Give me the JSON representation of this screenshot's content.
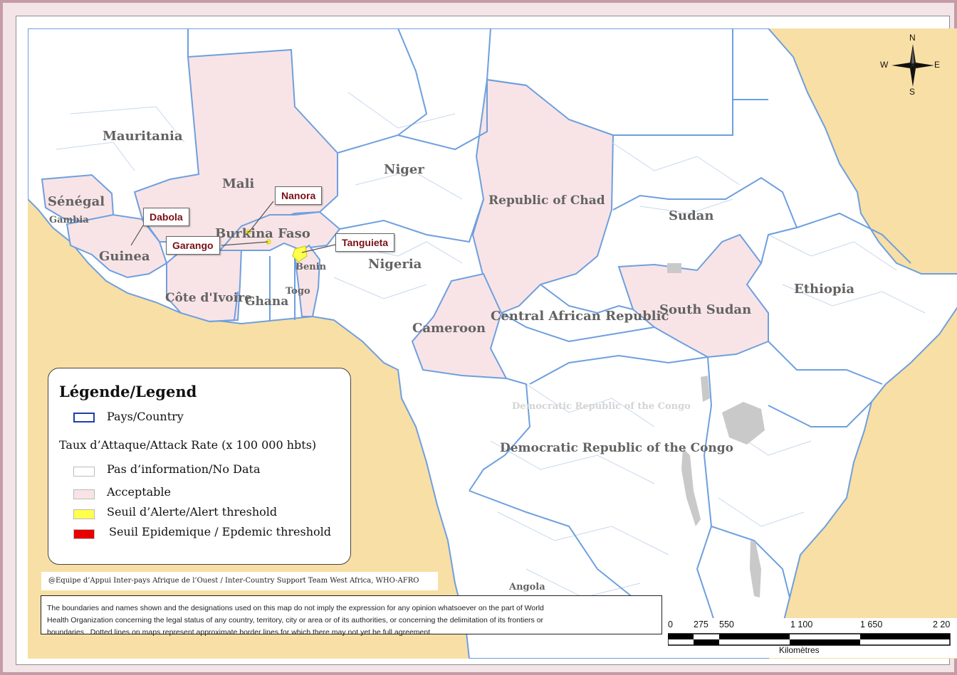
{
  "countries": {
    "mauritania": "Mauritania",
    "mali": "Mali",
    "niger": "Niger",
    "senegal": "Sénégal",
    "gambia": "Gambia",
    "guinea": "Guinea",
    "burkina_faso": "Burkina Faso",
    "cote_divoire": "Côte d'Ivoire",
    "ghana": "Ghana",
    "togo": "Togo",
    "benin": "Benin",
    "nigeria": "Nigeria",
    "chad": "Republic of Chad",
    "sudan": "Sudan",
    "south_sudan": "South Sudan",
    "ethiopia": "Ethiopia",
    "car": "Central African Republic",
    "cameroon": "Cameroon",
    "drc": "Democratic Republic of the Congo",
    "drc_faint": "Democratic Republic of the Congo",
    "angola": "Angola"
  },
  "sites": {
    "nanora": "Nanora",
    "dabola": "Dabola",
    "garango": "Garango",
    "tanguieta": "Tanguieta"
  },
  "compass": {
    "n": "N",
    "s": "S",
    "e": "E",
    "w": "W"
  },
  "legend": {
    "title": "Légende/Legend",
    "country": "Pays/Country",
    "attack_rate": "Taux d’Attaque/Attack Rate (x 100 000 hbts)",
    "items": [
      {
        "label": "Pas d’information/No Data",
        "color": "#ffffff"
      },
      {
        "label": "Acceptable",
        "color": "#f8e4e6"
      },
      {
        "label": "Seuil d’Alerte/Alert threshold",
        "color": "#ffff4d"
      },
      {
        "label": "Seuil Epidemique / Epdemic threshold",
        "color": "#e60000"
      }
    ],
    "country_border_color": "#1f3fa8"
  },
  "credit": "@Equipe d’Appui Inter-pays Afrique de l’Ouest / Inter-Country Support Team West Africa, WHO-AFRO",
  "disclaimer": {
    "line1": "The boundaries and names shown and the designations used on this map do not imply the expression for any opinion whatsoever on the part of World",
    "line2": "Health Organization concerning the legal status of any country, territory, city or area or of its authorities, or concerning the delimitation of its frontiers or",
    "line3": "boundaries . Dotted lines on maps represent approximate border lines for which there may not yet be full agreement."
  },
  "scale": {
    "ticks": [
      "0",
      "275",
      "550",
      "1 100",
      "1 650",
      "2 20"
    ],
    "unit": "Kilomètres"
  },
  "colors": {
    "ocean": "#f8dfa5",
    "border": "#6e9fdf",
    "acceptable": "#f8e4e6",
    "alert": "#ffff4d",
    "lake": "#c9c9c9",
    "site_text": "#7b0f16"
  }
}
